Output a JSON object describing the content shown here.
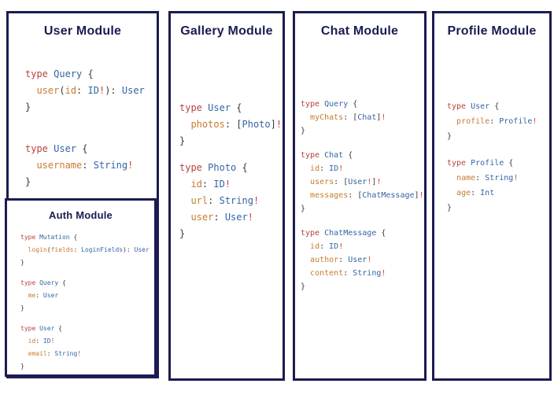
{
  "colors": {
    "border": "#1b1c52",
    "title": "#1b1c52",
    "keyword": "#b5433f",
    "type": "#3465a4",
    "field": "#c77b2f",
    "punct": "#3b3b45",
    "bang": "#cb4335",
    "bg": "#ffffff"
  },
  "modules": {
    "user": {
      "title": "User Module",
      "blocks": [
        [
          [
            [
              "kw",
              "type"
            ],
            [
              "pn",
              " "
            ],
            [
              "ty",
              "Query"
            ],
            [
              "pn",
              " {"
            ]
          ],
          [
            [
              "pn",
              "  "
            ],
            [
              "fld",
              "user"
            ],
            [
              "pn",
              "("
            ],
            [
              "fld",
              "id"
            ],
            [
              "pn",
              ": "
            ],
            [
              "ty",
              "ID"
            ],
            [
              "bang",
              "!"
            ],
            [
              "pn",
              "): "
            ],
            [
              "ty",
              "User"
            ]
          ],
          [
            [
              "pn",
              "}"
            ]
          ]
        ],
        [
          [
            [
              "kw",
              "type"
            ],
            [
              "pn",
              " "
            ],
            [
              "ty",
              "User"
            ],
            [
              "pn",
              " {"
            ]
          ],
          [
            [
              "pn",
              "  "
            ],
            [
              "fld",
              "username"
            ],
            [
              "pn",
              ": "
            ],
            [
              "ty",
              "String"
            ],
            [
              "bang",
              "!"
            ]
          ],
          [
            [
              "pn",
              "}"
            ]
          ]
        ]
      ]
    },
    "auth": {
      "title": "Auth Module",
      "blocks": [
        [
          [
            [
              "kw",
              "type"
            ],
            [
              "pn",
              " "
            ],
            [
              "ty",
              "Mutation"
            ],
            [
              "pn",
              " {"
            ]
          ],
          [
            [
              "pn",
              "  "
            ],
            [
              "fld",
              "login"
            ],
            [
              "pn",
              "("
            ],
            [
              "fld",
              "fields"
            ],
            [
              "pn",
              ": "
            ],
            [
              "ty",
              "LoginFields"
            ],
            [
              "pn",
              "): "
            ],
            [
              "ty",
              "User"
            ]
          ],
          [
            [
              "pn",
              "}"
            ]
          ]
        ],
        [
          [
            [
              "kw",
              "type"
            ],
            [
              "pn",
              " "
            ],
            [
              "ty",
              "Query"
            ],
            [
              "pn",
              " {"
            ]
          ],
          [
            [
              "pn",
              "  "
            ],
            [
              "fld",
              "me"
            ],
            [
              "pn",
              ": "
            ],
            [
              "ty",
              "User"
            ]
          ],
          [
            [
              "pn",
              "}"
            ]
          ]
        ],
        [
          [
            [
              "kw",
              "type"
            ],
            [
              "pn",
              " "
            ],
            [
              "ty",
              "User"
            ],
            [
              "pn",
              " {"
            ]
          ],
          [
            [
              "pn",
              "  "
            ],
            [
              "fld",
              "id"
            ],
            [
              "pn",
              ": "
            ],
            [
              "ty",
              "ID"
            ],
            [
              "bang",
              "!"
            ]
          ],
          [
            [
              "pn",
              "  "
            ],
            [
              "fld",
              "email"
            ],
            [
              "pn",
              ": "
            ],
            [
              "ty",
              "String"
            ],
            [
              "bang",
              "!"
            ]
          ],
          [
            [
              "pn",
              "}"
            ]
          ]
        ]
      ]
    },
    "gallery": {
      "title": "Gallery Module",
      "blocks": [
        [
          [
            [
              "kw",
              "type"
            ],
            [
              "pn",
              " "
            ],
            [
              "ty",
              "User"
            ],
            [
              "pn",
              " {"
            ]
          ],
          [
            [
              "pn",
              "  "
            ],
            [
              "fld",
              "photos"
            ],
            [
              "pn",
              ": ["
            ],
            [
              "ty",
              "Photo"
            ],
            [
              "pn",
              "]"
            ],
            [
              "bang",
              "!"
            ]
          ],
          [
            [
              "pn",
              "}"
            ]
          ]
        ],
        [
          [
            [
              "kw",
              "type"
            ],
            [
              "pn",
              " "
            ],
            [
              "ty",
              "Photo"
            ],
            [
              "pn",
              " {"
            ]
          ],
          [
            [
              "pn",
              "  "
            ],
            [
              "fld",
              "id"
            ],
            [
              "pn",
              ": "
            ],
            [
              "ty",
              "ID"
            ],
            [
              "bang",
              "!"
            ]
          ],
          [
            [
              "pn",
              "  "
            ],
            [
              "fld",
              "url"
            ],
            [
              "pn",
              ": "
            ],
            [
              "ty",
              "String"
            ],
            [
              "bang",
              "!"
            ]
          ],
          [
            [
              "pn",
              "  "
            ],
            [
              "fld",
              "user"
            ],
            [
              "pn",
              ": "
            ],
            [
              "ty",
              "User"
            ],
            [
              "bang",
              "!"
            ]
          ],
          [
            [
              "pn",
              "}"
            ]
          ]
        ]
      ]
    },
    "chat": {
      "title": "Chat Module",
      "blocks": [
        [
          [
            [
              "kw",
              "type"
            ],
            [
              "pn",
              " "
            ],
            [
              "ty",
              "Query"
            ],
            [
              "pn",
              " {"
            ]
          ],
          [
            [
              "pn",
              "  "
            ],
            [
              "fld",
              "myChats"
            ],
            [
              "pn",
              ": ["
            ],
            [
              "ty",
              "Chat"
            ],
            [
              "pn",
              "]"
            ],
            [
              "bang",
              "!"
            ]
          ],
          [
            [
              "pn",
              "}"
            ]
          ]
        ],
        [
          [
            [
              "kw",
              "type"
            ],
            [
              "pn",
              " "
            ],
            [
              "ty",
              "Chat"
            ],
            [
              "pn",
              " {"
            ]
          ],
          [
            [
              "pn",
              "  "
            ],
            [
              "fld",
              "id"
            ],
            [
              "pn",
              ": "
            ],
            [
              "ty",
              "ID"
            ],
            [
              "bang",
              "!"
            ]
          ],
          [
            [
              "pn",
              "  "
            ],
            [
              "fld",
              "users"
            ],
            [
              "pn",
              ": ["
            ],
            [
              "ty",
              "User"
            ],
            [
              "bang",
              "!"
            ],
            [
              "pn",
              "]"
            ],
            [
              "bang",
              "!"
            ]
          ],
          [
            [
              "pn",
              "  "
            ],
            [
              "fld",
              "messages"
            ],
            [
              "pn",
              ": ["
            ],
            [
              "ty",
              "ChatMessage"
            ],
            [
              "pn",
              "]"
            ],
            [
              "bang",
              "!"
            ]
          ],
          [
            [
              "pn",
              "}"
            ]
          ]
        ],
        [
          [
            [
              "kw",
              "type"
            ],
            [
              "pn",
              " "
            ],
            [
              "ty",
              "ChatMessage"
            ],
            [
              "pn",
              " {"
            ]
          ],
          [
            [
              "pn",
              "  "
            ],
            [
              "fld",
              "id"
            ],
            [
              "pn",
              ": "
            ],
            [
              "ty",
              "ID"
            ],
            [
              "bang",
              "!"
            ]
          ],
          [
            [
              "pn",
              "  "
            ],
            [
              "fld",
              "author"
            ],
            [
              "pn",
              ": "
            ],
            [
              "ty",
              "User"
            ],
            [
              "bang",
              "!"
            ]
          ],
          [
            [
              "pn",
              "  "
            ],
            [
              "fld",
              "content"
            ],
            [
              "pn",
              ": "
            ],
            [
              "ty",
              "String"
            ],
            [
              "bang",
              "!"
            ]
          ],
          [
            [
              "pn",
              "}"
            ]
          ]
        ]
      ]
    },
    "profile": {
      "title": "Profile Module",
      "blocks": [
        [
          [
            [
              "kw",
              "type"
            ],
            [
              "pn",
              " "
            ],
            [
              "ty",
              "User"
            ],
            [
              "pn",
              " {"
            ]
          ],
          [
            [
              "pn",
              "  "
            ],
            [
              "fld",
              "profile"
            ],
            [
              "pn",
              ": "
            ],
            [
              "ty",
              "Profile"
            ],
            [
              "bang",
              "!"
            ]
          ],
          [
            [
              "pn",
              "}"
            ]
          ]
        ],
        [
          [
            [
              "kw",
              "type"
            ],
            [
              "pn",
              " "
            ],
            [
              "ty",
              "Profile"
            ],
            [
              "pn",
              " {"
            ]
          ],
          [
            [
              "pn",
              "  "
            ],
            [
              "fld",
              "name"
            ],
            [
              "pn",
              ": "
            ],
            [
              "ty",
              "String"
            ],
            [
              "bang",
              "!"
            ]
          ],
          [
            [
              "pn",
              "  "
            ],
            [
              "fld",
              "age"
            ],
            [
              "pn",
              ": "
            ],
            [
              "ty",
              "Int"
            ]
          ],
          [
            [
              "pn",
              "}"
            ]
          ]
        ]
      ]
    }
  }
}
